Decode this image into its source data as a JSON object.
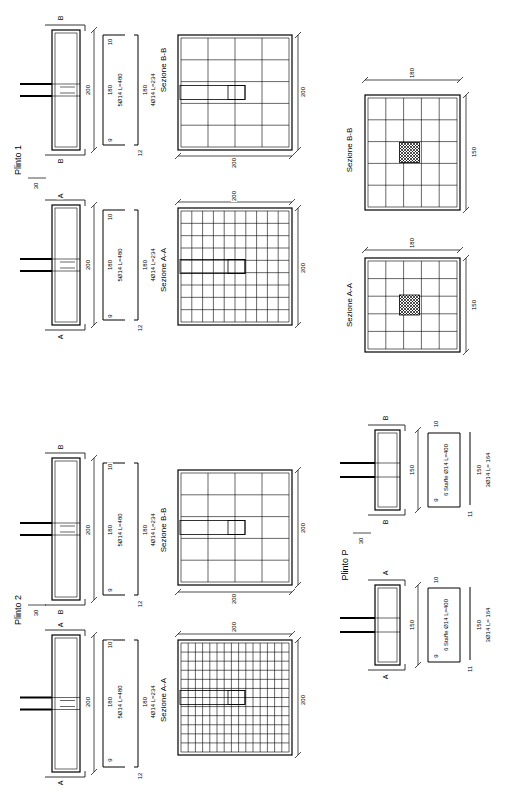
{
  "diagram": {
    "labels": [
      "Plinto 1",
      "B",
      "B",
      "200",
      "10",
      "180",
      "5Ø14 L=480",
      "9",
      "180",
      "4Ø14 L=234",
      "12",
      "Sezione B-B",
      "200",
      "200",
      "30",
      "A",
      "A",
      "200",
      "10",
      "180",
      "5Ø14 L=480",
      "9",
      "180",
      "4Ø14 L=234",
      "12",
      "Sezione A-A",
      "200",
      "200",
      "Sezione B-B",
      "180",
      "150",
      "Sezione A-A",
      "180",
      "150",
      "Plinto 2",
      "B",
      "B",
      "200",
      "10",
      "180",
      "5Ø14 L=480",
      "9",
      "180",
      "4Ø14 L=234",
      "12",
      "Sezione B-B",
      "200",
      "200",
      "30",
      "A",
      "A",
      "200",
      "10",
      "180",
      "5Ø14 L=480",
      "9",
      "180",
      "4Ø14 L=234",
      "12",
      "Sezione A-A",
      "200",
      "200",
      "Plinto P",
      "B",
      "B",
      "150",
      "10",
      "6 Staffe Ø14 L=400",
      "9",
      "150",
      "3Ø14 L= 164",
      "11",
      "30",
      "A",
      "A",
      "150",
      "10",
      "6 Staffe Ø14 L=400",
      "9",
      "150",
      "3Ø14 L= 164",
      "11"
    ]
  }
}
